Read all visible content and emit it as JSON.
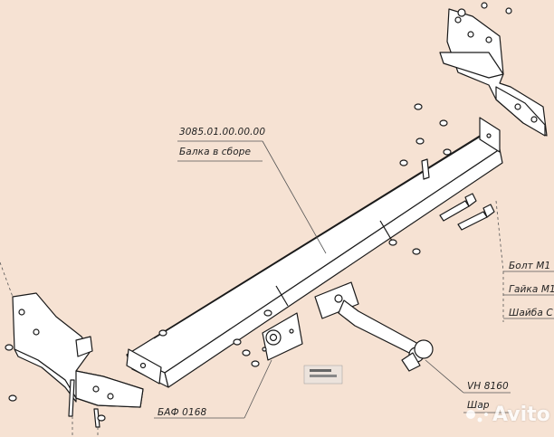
{
  "labels": {
    "beam_part_number": "3085.01.00.00.00",
    "beam_name": "Балка в сборе",
    "bolt": "Болт М1",
    "nut": "Гайка М1",
    "washer": "Шайба С",
    "ball_code": "VH 8160",
    "ball_name": "Шар",
    "baf_code": "БАФ 0168"
  },
  "watermark": {
    "brand": "Avito"
  },
  "colors": {
    "background": "#f6e2d3",
    "line": "#1a1a1a",
    "leader": "#555555"
  }
}
